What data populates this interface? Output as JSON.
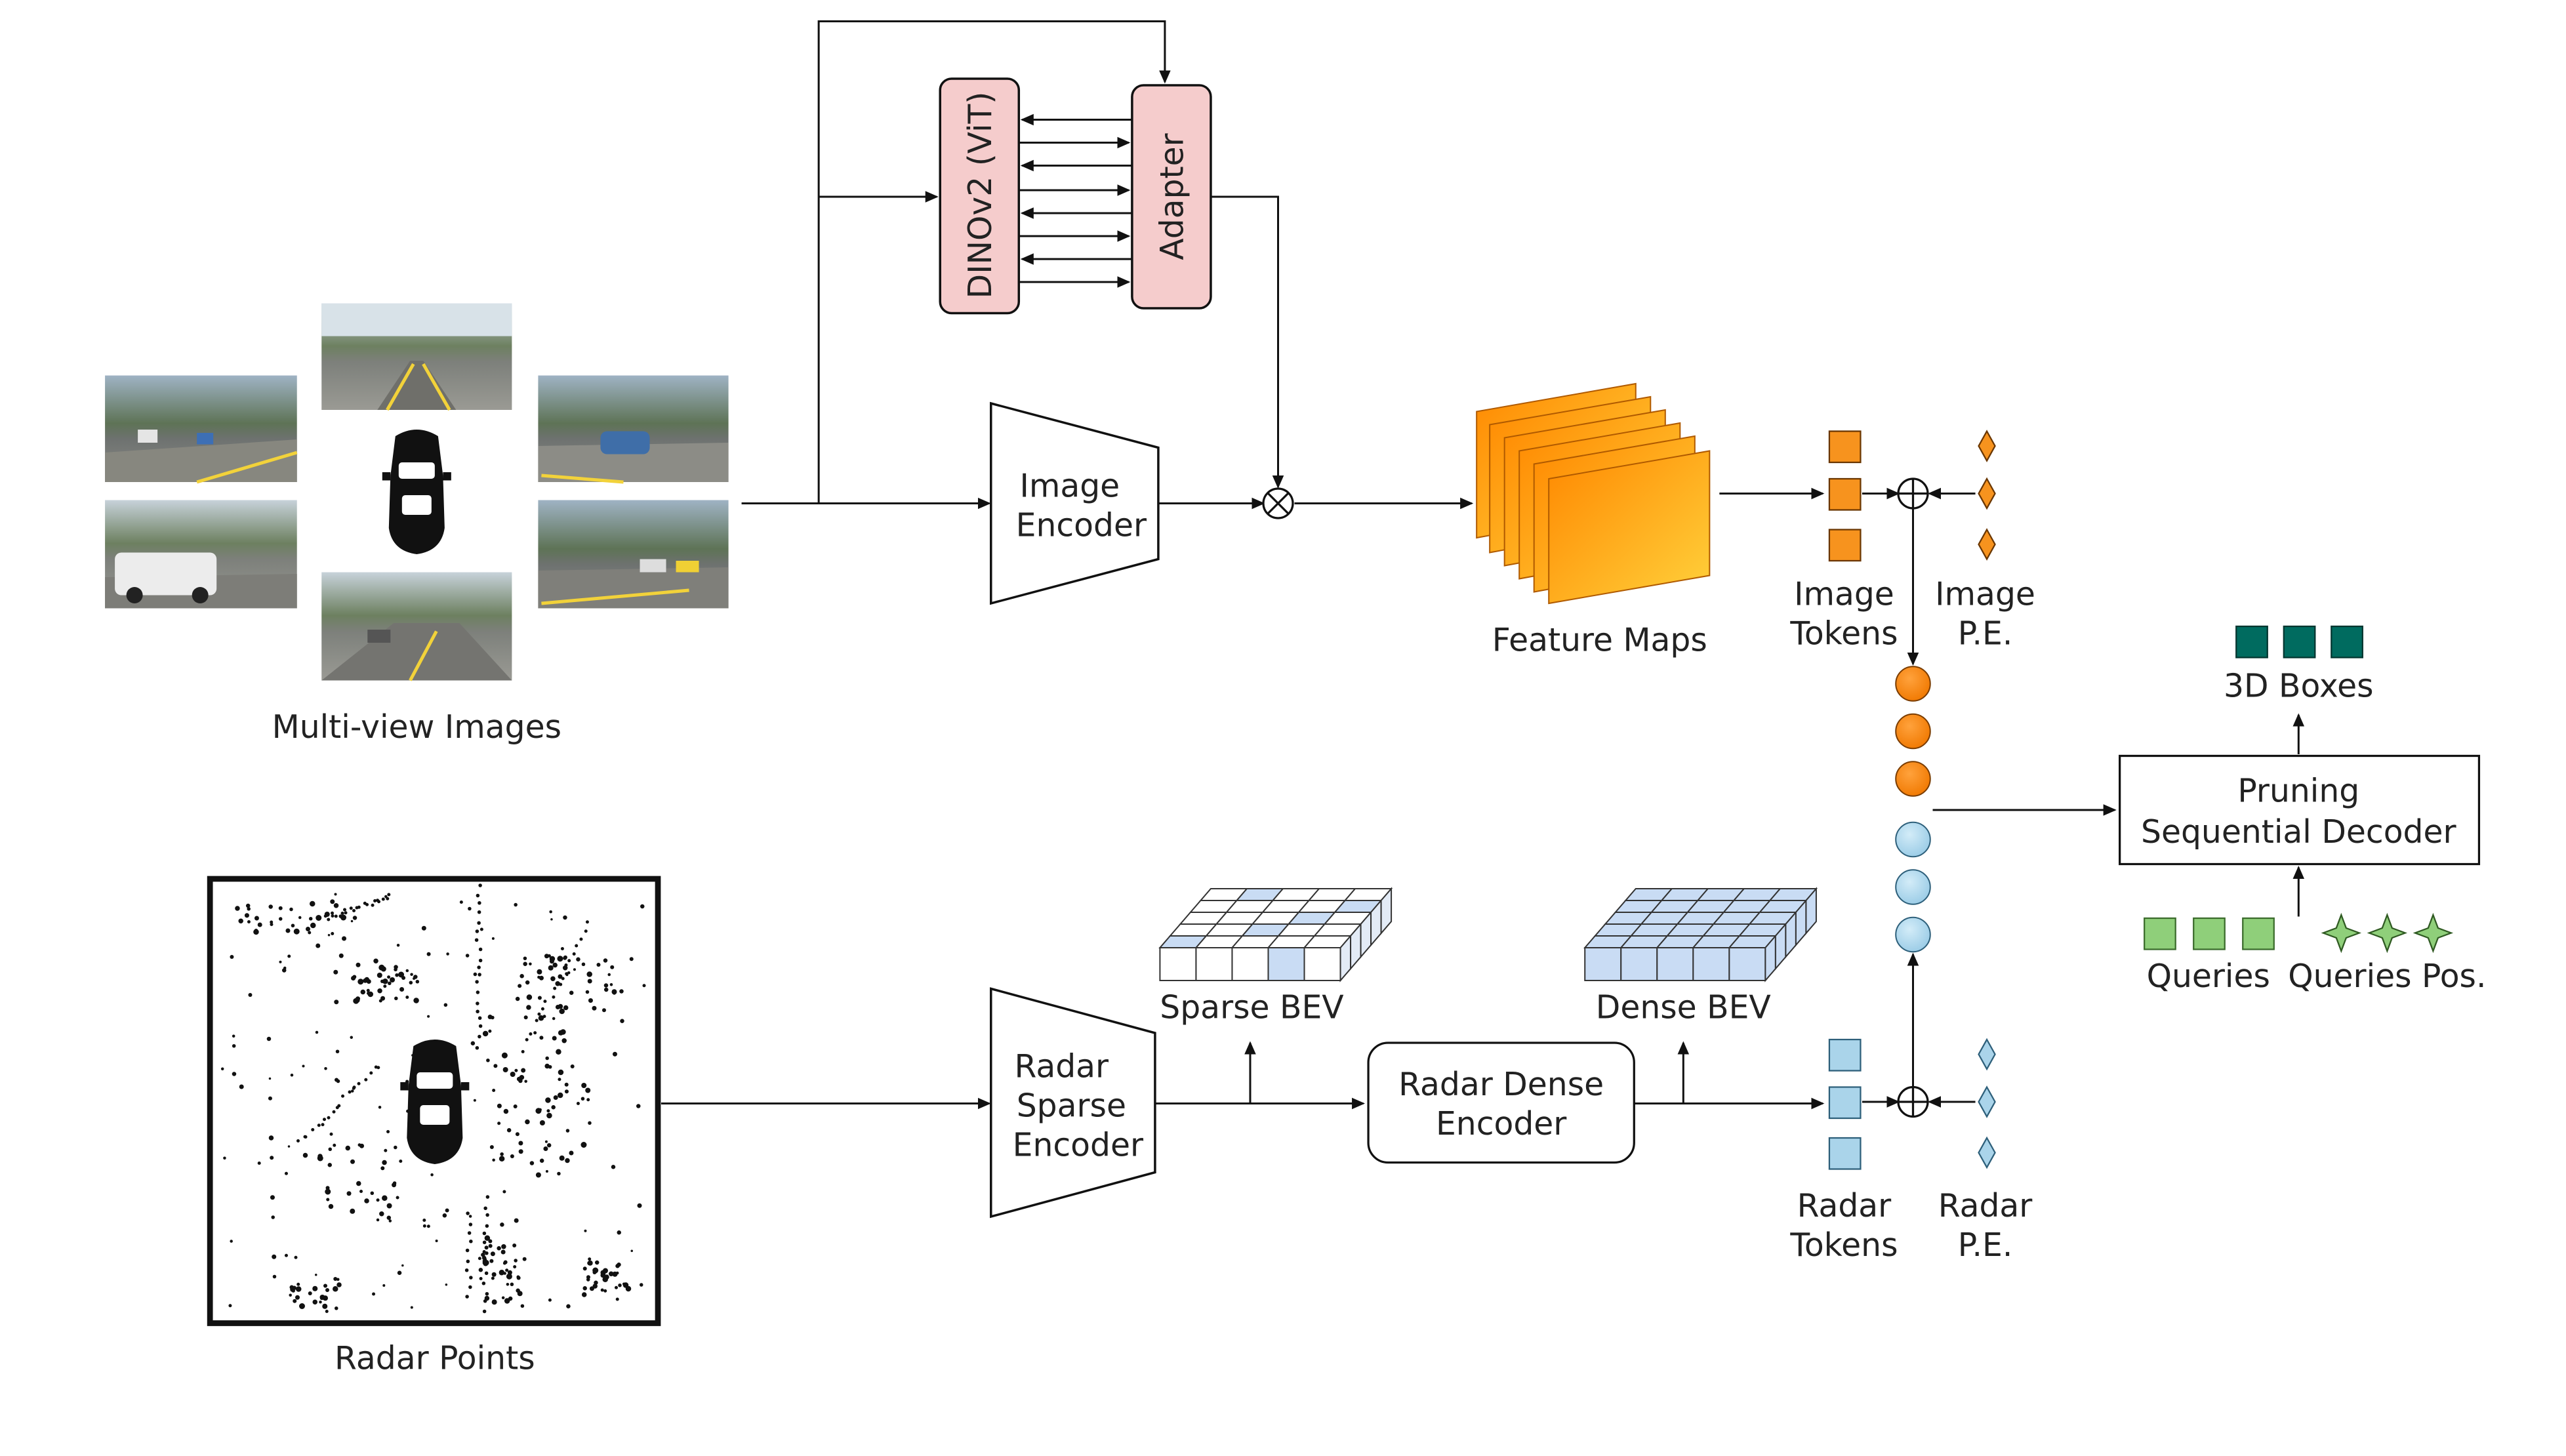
{
  "labels": {
    "dino": "DINOv2 (ViT)",
    "adapter": "Adapter",
    "image_encoder": [
      "Image",
      "Encoder"
    ],
    "multiview_images": "Multi-view Images",
    "feature_maps": "Feature Maps",
    "image_tokens": [
      "Image",
      "Tokens"
    ],
    "image_pe": [
      "Image",
      "P.E."
    ],
    "boxes_3d": "3D Boxes",
    "decoder": [
      "Pruning",
      "Sequential Decoder"
    ],
    "queries": "Queries",
    "queries_pos": "Queries Pos.",
    "radar_points": "Radar Points",
    "radar_sparse_encoder": [
      "Radar",
      "Sparse",
      "Encoder"
    ],
    "sparse_bev": "Sparse BEV",
    "radar_dense_encoder": [
      "Radar Dense",
      "Encoder"
    ],
    "dense_bev": "Dense BEV",
    "radar_tokens": [
      "Radar",
      "Tokens"
    ],
    "radar_pe": [
      "Radar",
      "P.E."
    ]
  },
  "colors": {
    "dino_fill": "#f5cccc",
    "adapter_fill": "#f5cccc",
    "feature_orange_dark": "#ff8c00",
    "feature_orange_light": "#ffc830",
    "image_token": "#f7931e",
    "radar_token": "#aad4ea",
    "query_green": "#8fcf7a",
    "box_teal": "#006b5f",
    "bev_blue": "#c9dcf4",
    "line": "#111111"
  },
  "icons": {
    "car": "car-top-view-icon",
    "multiply": "circle-times-icon",
    "add": "circle-plus-icon",
    "pos_star": "four-point-star-icon",
    "pe_diamond": "diamond-icon"
  }
}
